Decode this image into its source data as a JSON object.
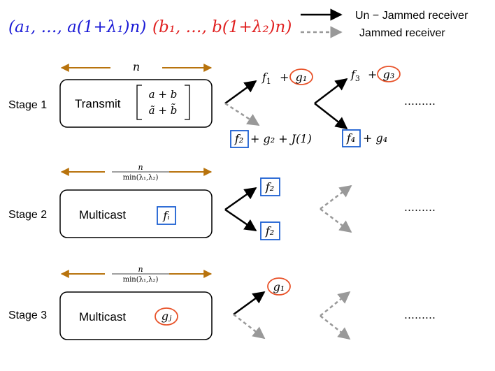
{
  "header": {
    "a_seq": "(a₁, …, a(1+λ₁)n)",
    "b_seq": "(b₁, …, b(1+λ₂)n)",
    "a_color": "#1a1ad6",
    "b_color": "#e02020"
  },
  "legend": {
    "unjammed_label": "Un − Jammed receiver",
    "jammed_label": "Jammed receiver",
    "unjammed_color": "#000000",
    "jammed_color": "#999999"
  },
  "colors": {
    "duration_arrow": "#b8730d",
    "circle": "#e8532a",
    "square": "#1b5fd1"
  },
  "stages": [
    {
      "label": "Stage 1",
      "duration": "n",
      "box_text": "Transmit",
      "matrix": [
        "a + b",
        "ã + b̃"
      ],
      "up_output": {
        "sym": "f",
        "sub": "1",
        "op": "+",
        "marked": "g₁",
        "mark": "circle"
      },
      "down_output": {
        "marked": "f₂",
        "mark": "square",
        "rest": "+ g₂ + J(1)"
      },
      "branch2_up": {
        "sym": "f",
        "sub": "3",
        "op": "+",
        "marked": "g₃",
        "mark": "circle"
      },
      "branch2_down": {
        "marked": "f₄",
        "mark": "square",
        "rest": "+ g₄"
      },
      "ellipsis": "………"
    },
    {
      "label": "Stage 2",
      "duration_num": "n",
      "duration_den": "min(λ₁,λ₂)",
      "box_text": "Multicast",
      "box_symbol": "fᵢ",
      "box_mark": "square",
      "up_output": {
        "marked": "f₂",
        "mark": "square"
      },
      "down_output": {
        "marked": "f₂",
        "mark": "square"
      },
      "ellipsis": "………"
    },
    {
      "label": "Stage 3",
      "duration_num": "n",
      "duration_den": "min(λ₁,λ₂)",
      "box_text": "Multicast",
      "box_symbol": "gⱼ",
      "box_mark": "circle",
      "up_output": {
        "marked": "g₁",
        "mark": "circle"
      },
      "ellipsis": "………"
    }
  ]
}
